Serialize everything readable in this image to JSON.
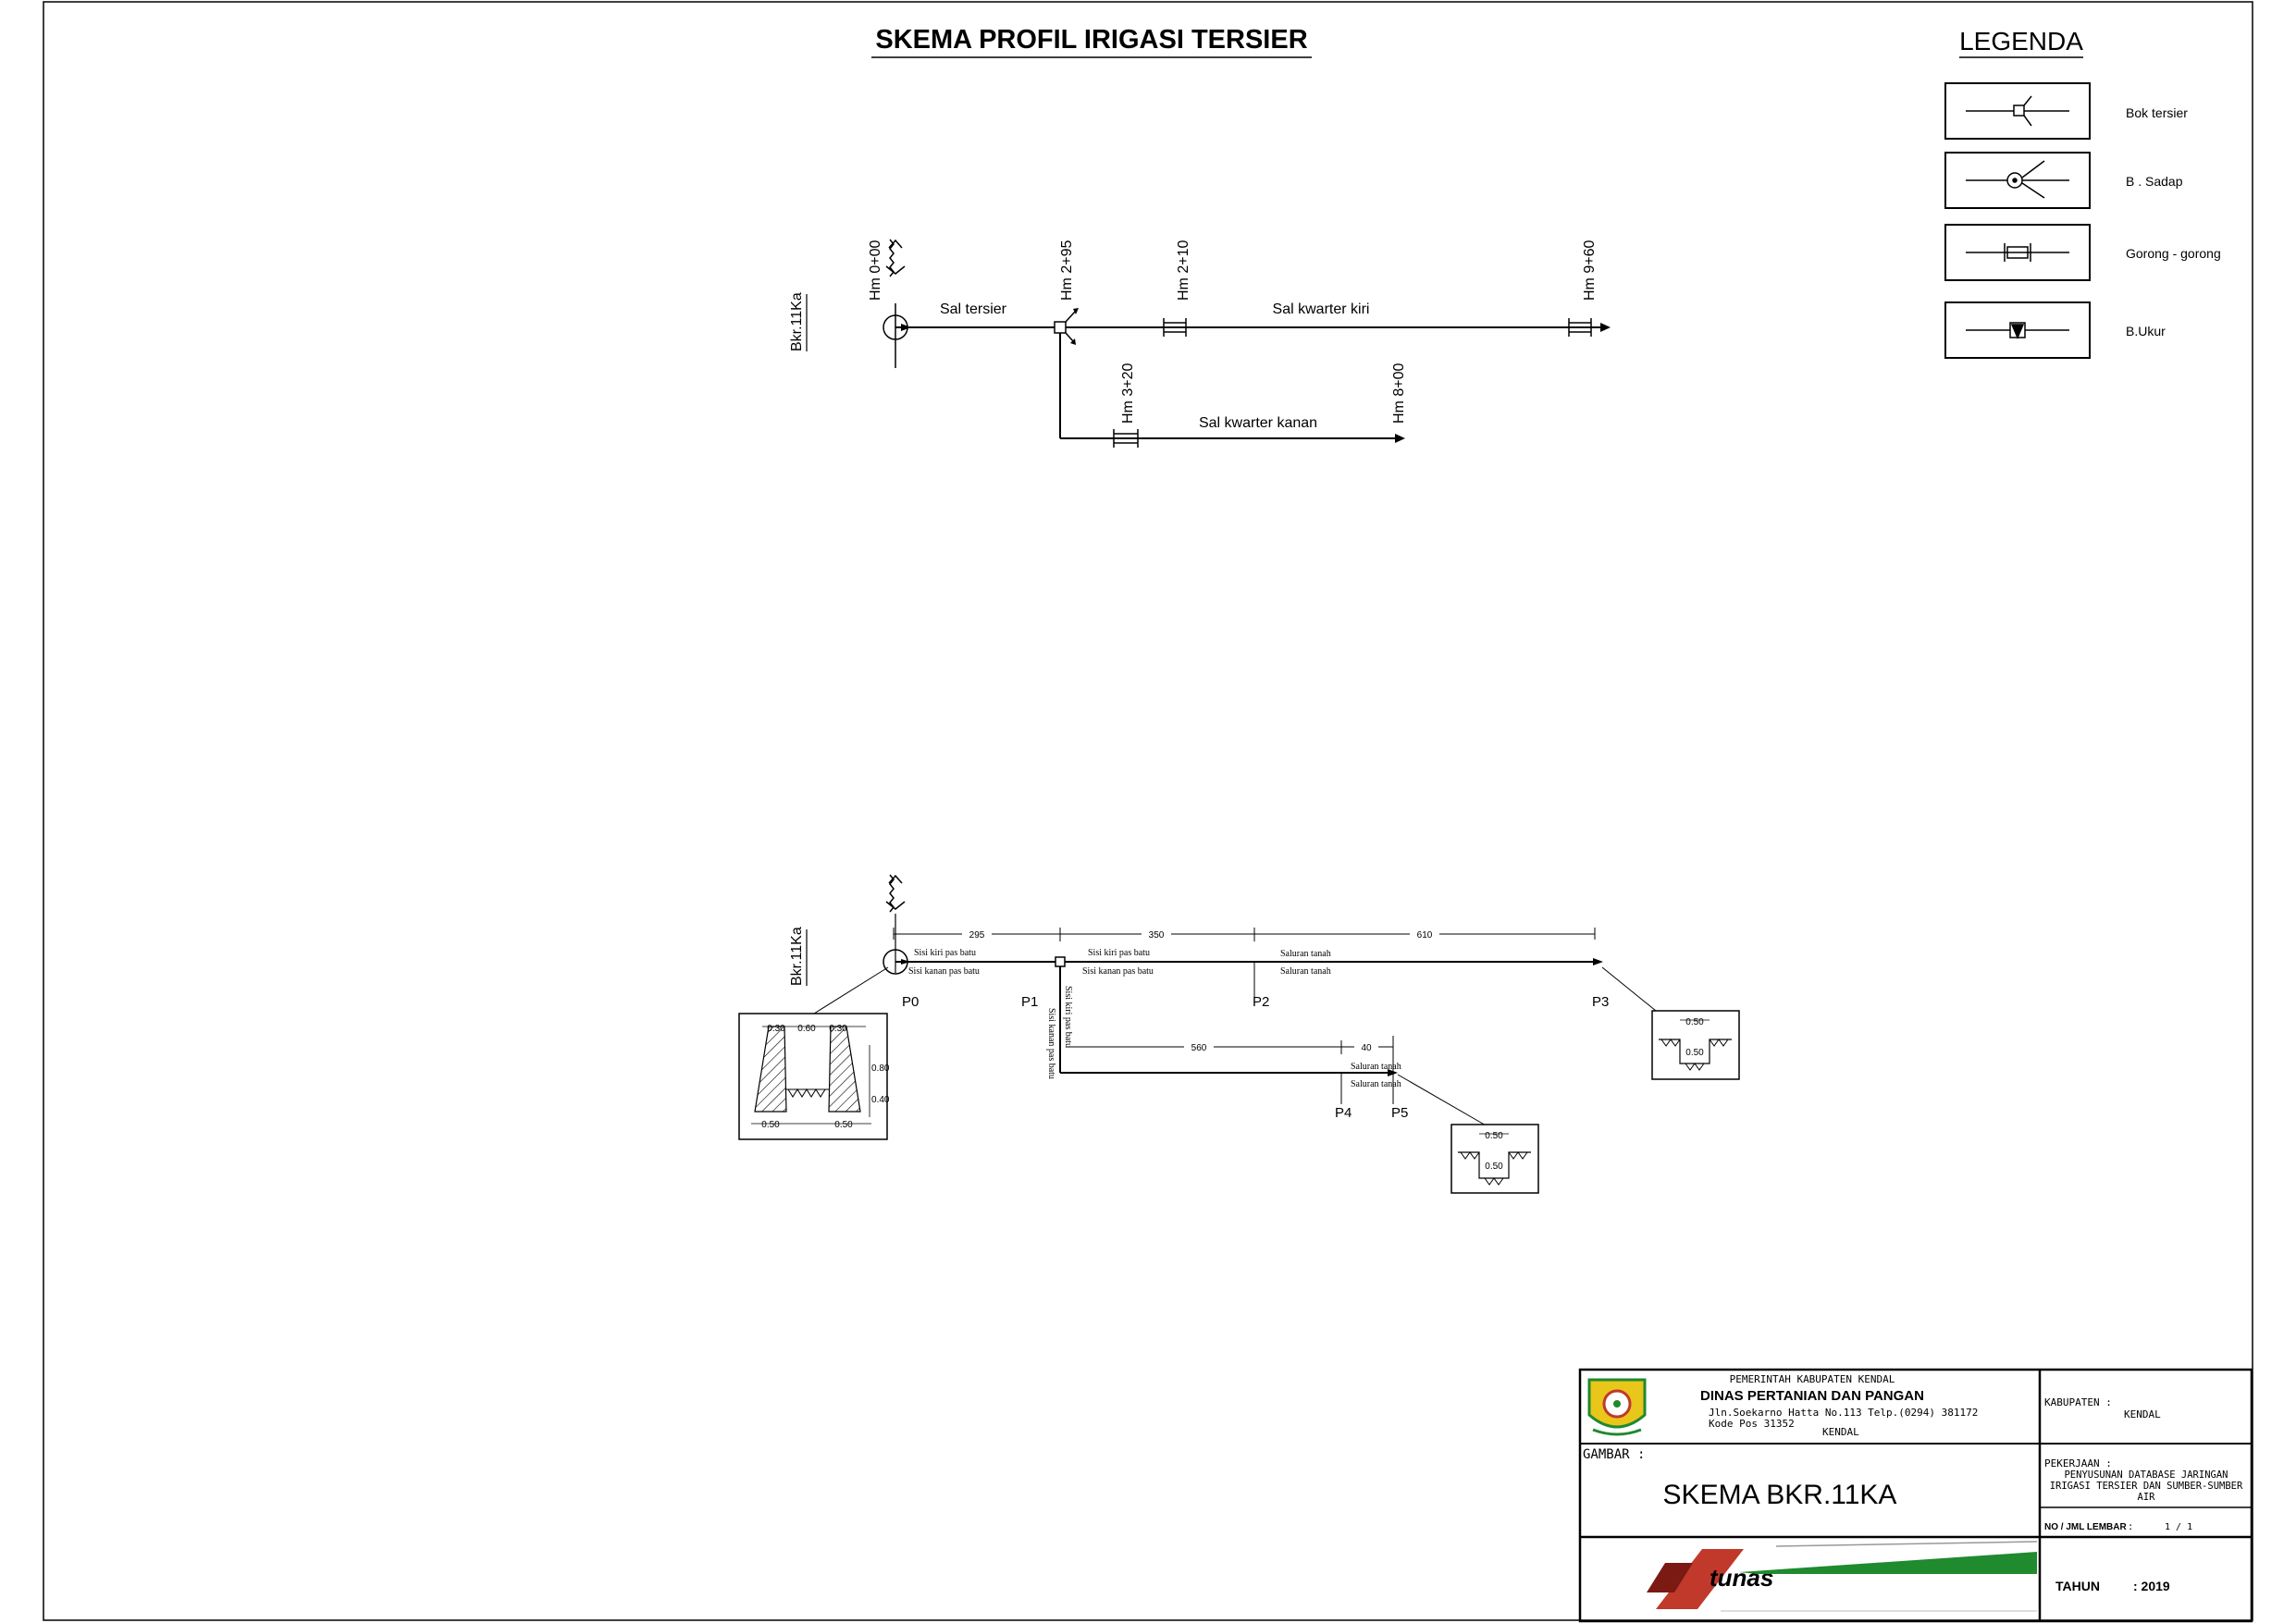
{
  "scheme": {
    "title": "SKEMA PROFIL IRIGASI TERSIER",
    "intake_label": "Bkr.11Ka",
    "hm_labels": {
      "hm0": "Hm 0+00",
      "hm295": "Hm 2+95",
      "hm210": "Hm 2+10",
      "hm960": "Hm 9+60",
      "hm320": "Hm 3+20",
      "hm800": "Hm 8+00"
    },
    "channels": {
      "tersier": "Sal tersier",
      "kwarter_kiri": "Sal kwarter kiri",
      "kwarter_kanan": "Sal kwarter kanan"
    }
  },
  "legend": {
    "title": "LEGENDA",
    "items": [
      {
        "label": "Bok tersier",
        "icon": "bok-tersier-icon"
      },
      {
        "label": "B . Sadap",
        "icon": "bangunan-sadap-icon"
      },
      {
        "label": "Gorong - gorong",
        "icon": "gorong-gorong-icon"
      },
      {
        "label": "B.Ukur",
        "icon": "bangunan-ukur-icon"
      }
    ]
  },
  "profile": {
    "intake_label": "Bkr.11Ka",
    "points": [
      "P0",
      "P1",
      "P2",
      "P3",
      "P4",
      "P5"
    ],
    "distances": {
      "p0_p1": "295",
      "p1_p2": "350",
      "p2_p3": "610",
      "p1_p4": "560",
      "p4_p5": "40"
    },
    "linings": {
      "kiri_pas_batu": "Sisi kiri pas batu",
      "kanan_pas_batu": "Sisi kanan pas batu",
      "tanah": "Saluran tanah",
      "kiri_pas_batu_vertical": "Sisi kiri pas batu",
      "kanan_pas_batu_vertical": "Sisi kanan pas batu"
    },
    "section_lined": {
      "top_left": "0.30",
      "top_mid": "0.60",
      "top_right": "0.30",
      "h_upper": "0.80",
      "h_lower": "0.40",
      "bot_left": "0.50",
      "bot_right": "0.50"
    },
    "section_earth_p3": {
      "width": "0.50",
      "depth": "0.50"
    },
    "section_earth_p5": {
      "width": "0.50",
      "depth": "0.50"
    }
  },
  "title_block": {
    "gov": "PEMERINTAH KABUPATEN KENDAL",
    "agency": "DINAS PERTANIAN DAN PANGAN",
    "address": "Jln.Soekarno Hatta No.113 Telp.(0294) 381172",
    "postal": "Kode Pos 31352",
    "city": "KENDAL",
    "gambar_label": "GAMBAR :",
    "gambar_value": "SKEMA BKR.11KA",
    "kabupaten_label": "KABUPATEN :",
    "kabupaten_value": "KENDAL",
    "pekerjaan_label": "PEKERJAAN :",
    "pekerjaan_line1": "PENYUSUNAN DATABASE JARINGAN",
    "pekerjaan_line2": "IRIGASI TERSIER DAN SUMBER-SUMBER",
    "pekerjaan_line3": "AIR",
    "lembar_label": "NO / JML LEMBAR :",
    "lembar_value": "1 / 1",
    "tahun_label": "TAHUN",
    "tahun_value": ": 2019",
    "consultant": "tunas"
  },
  "colors": {
    "green": "#1f8a2e",
    "red": "#c0392b",
    "logo_yellow": "#e8c61a"
  }
}
